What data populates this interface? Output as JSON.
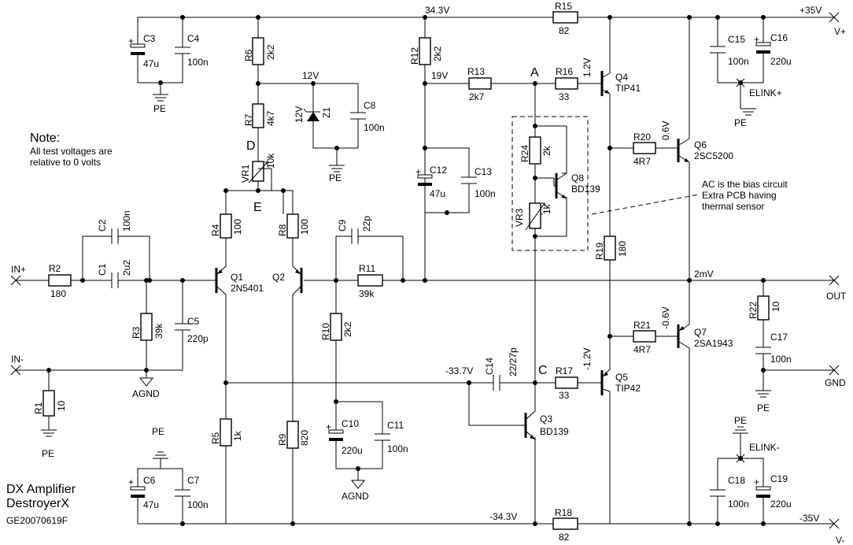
{
  "rails": {
    "top_voltage": "34.3V",
    "bottom_voltage": "-34.3V",
    "plus35": "+35V",
    "minus35": "-35V",
    "vplus": "V+",
    "vminus": "V-"
  },
  "nodes": {
    "v12": "12V",
    "v19": "19V",
    "neg33": "-33.7V",
    "mv2": "2mV",
    "a": "A",
    "c": "C",
    "d": "D",
    "e": "E",
    "q4_b": "1.2V",
    "q5_b": "-1.2V",
    "q6_b": "0.6V",
    "q7_b": "-0.6V"
  },
  "ports": {
    "in_plus": "IN+",
    "in_minus": "IN-",
    "out": "OUT",
    "gnd": "GND",
    "elink_plus": "ELINK+",
    "elink_minus": "ELINK-"
  },
  "grounds": {
    "pe": "PE",
    "agnd": "AGND"
  },
  "resistors": {
    "r1": {
      "ref": "R1",
      "val": "10"
    },
    "r2": {
      "ref": "R2",
      "val": "180"
    },
    "r3": {
      "ref": "R3",
      "val": "39k"
    },
    "r4": {
      "ref": "R4",
      "val": "100"
    },
    "r5": {
      "ref": "R5",
      "val": "1k"
    },
    "r6": {
      "ref": "R6",
      "val": "2k2"
    },
    "r7": {
      "ref": "R7",
      "val": "4k7"
    },
    "r8": {
      "ref": "R8",
      "val": "100"
    },
    "r9": {
      "ref": "R9",
      "val": "820"
    },
    "r10": {
      "ref": "R10",
      "val": "2k2"
    },
    "r11": {
      "ref": "R11",
      "val": "39k"
    },
    "r12": {
      "ref": "R12",
      "val": "2k2"
    },
    "r13": {
      "ref": "R13",
      "val": "2k7"
    },
    "r15": {
      "ref": "R15",
      "val": "82"
    },
    "r16": {
      "ref": "R16",
      "val": "33"
    },
    "r17": {
      "ref": "R17",
      "val": "33"
    },
    "r18": {
      "ref": "R18",
      "val": "82"
    },
    "r19": {
      "ref": "R19",
      "val": "180"
    },
    "r20": {
      "ref": "R20",
      "val": "4R7"
    },
    "r21": {
      "ref": "R21",
      "val": "4R7"
    },
    "r22": {
      "ref": "R22",
      "val": "10"
    },
    "r24": {
      "ref": "R24",
      "val": "2k"
    }
  },
  "pots": {
    "vr1": {
      "ref": "VR1",
      "val": "10k"
    },
    "vr3": {
      "ref": "VR3",
      "val": "1k"
    }
  },
  "capacitors": {
    "c1": {
      "ref": "C1",
      "val": "2u2"
    },
    "c2": {
      "ref": "C2",
      "val": "100n"
    },
    "c3": {
      "ref": "C3",
      "val": "47u"
    },
    "c4": {
      "ref": "C4",
      "val": "100n"
    },
    "c5": {
      "ref": "C5",
      "val": "220p"
    },
    "c6": {
      "ref": "C6",
      "val": "47u"
    },
    "c7": {
      "ref": "C7",
      "val": "100n"
    },
    "c8": {
      "ref": "C8",
      "val": "100n"
    },
    "c9": {
      "ref": "C9",
      "val": "22p"
    },
    "c10": {
      "ref": "C10",
      "val": "220u"
    },
    "c11": {
      "ref": "C11",
      "val": "100n"
    },
    "c12": {
      "ref": "C12",
      "val": "47u"
    },
    "c13": {
      "ref": "C13",
      "val": "100n"
    },
    "c14": {
      "ref": "C14",
      "val": "22/27p"
    },
    "c15": {
      "ref": "C15",
      "val": "100n"
    },
    "c16": {
      "ref": "C16",
      "val": "220u"
    },
    "c17": {
      "ref": "C17",
      "val": "100n"
    },
    "c18": {
      "ref": "C18",
      "val": "100n"
    },
    "c19": {
      "ref": "C19",
      "val": "220u"
    }
  },
  "zener": {
    "ref": "Z1",
    "val": "12V"
  },
  "transistors": {
    "q1": {
      "ref": "Q1",
      "val": "2N5401"
    },
    "q2": {
      "ref": "Q2"
    },
    "q3": {
      "ref": "Q3",
      "val": "BD139"
    },
    "q4": {
      "ref": "Q4",
      "val": "TIP41"
    },
    "q5": {
      "ref": "Q5",
      "val": "TIP42"
    },
    "q6": {
      "ref": "Q6",
      "val": "2SC5200"
    },
    "q7": {
      "ref": "Q7",
      "val": "2SA1943"
    },
    "q8": {
      "ref": "Q8",
      "val": "BD139"
    }
  },
  "polarity_mark": "+",
  "note": {
    "title": "Note:",
    "line1": "All test voltages are",
    "line2": "relative to 0 volts"
  },
  "bias_note": {
    "line1": "AC is the bias circuit",
    "line2": "Extra PCB having",
    "line3": "thermal sensor"
  },
  "title_block": {
    "name1": "DX Amplifier",
    "name2": "DestroyerX",
    "code": "GE20070619F"
  }
}
